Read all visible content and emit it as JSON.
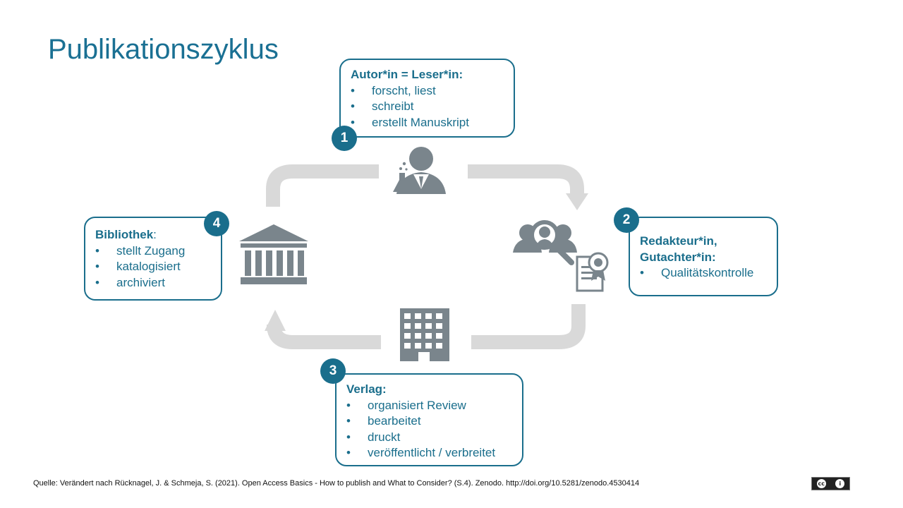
{
  "title": "Publikationszyklus",
  "colors": {
    "accent": "#1a6e8c",
    "title": "#1a7093",
    "arrow": "#d9d9d9",
    "icon": "#7a858c"
  },
  "stages": {
    "s1": {
      "number": "1",
      "heading": "Autor*in = Leser*in:",
      "items": [
        "forscht, liest",
        "schreibt",
        "erstellt Manuskript"
      ],
      "icon": "scientist-icon"
    },
    "s2": {
      "number": "2",
      "heading_line1": "Redakteur*in,",
      "heading_line2": "Gutachter*in:",
      "items": [
        "Qualitätskontrolle"
      ],
      "icon": "review-certificate-icon"
    },
    "s3": {
      "number": "3",
      "heading": "Verlag:",
      "items": [
        "organisiert Review",
        "bearbeitet",
        "druckt",
        "veröffentlicht / verbreitet"
      ],
      "icon": "building-icon"
    },
    "s4": {
      "number": "4",
      "heading": "Bibliothek",
      "heading_suffix": ":",
      "items": [
        "stellt Zugang",
        "katalogisiert",
        "archiviert"
      ],
      "icon": "library-icon"
    }
  },
  "source": "Quelle: Verändert nach Rücknagel, J. & Schmeja, S. (2021). Open Access Basics - How to publish and What to Consider? (S.4). Zenodo. http://doi.org/10.5281/zenodo.4530414",
  "license": {
    "badge1": "cc",
    "badge2": "i",
    "icon": "cc-by-icon"
  }
}
